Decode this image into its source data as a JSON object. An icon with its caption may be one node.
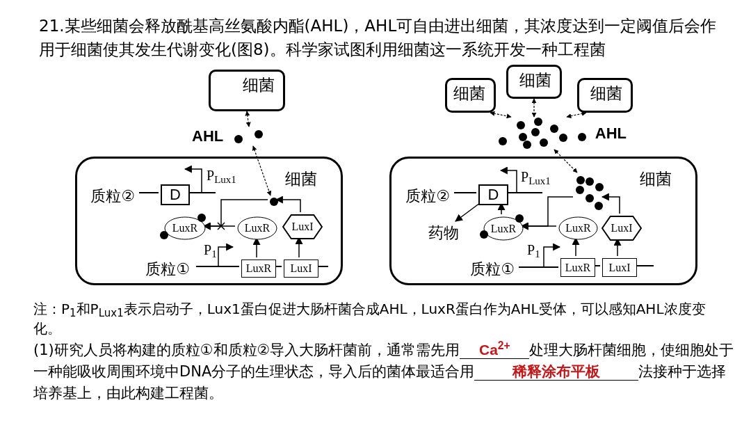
{
  "diagram": {
    "title": "21.某些细菌会释放酰基高丝氨酸内酯(AHL)，AHL可自由进出细菌，其浓度达到一定阈值后会作用于细菌使其发生代谢变化(图8)。科学家试图利用细菌这一系统开发一种工程菌",
    "nodes": [
      {
        "text": [
          "细菌"
        ]
      },
      {
        "text": [
          "AHL"
        ]
      },
      {
        "text": [
          "细菌"
        ]
      },
      {
        "text": [
          "质粒②"
        ],
        "in": 2
      },
      {
        "text": [
          "D"
        ],
        "in": 2
      },
      {
        "text": [],
        "shape": "circle",
        "in": 2
      },
      {
        "text": [
          "LuxR"
        ],
        "in": 2
      },
      {
        "text": [
          "LuxR"
        ],
        "in": 2
      },
      {
        "text": [
          "LuxI"
        ],
        "in": 2
      },
      {
        "text": [
          "质粒①"
        ],
        "in": 2
      },
      {
        "text": [
          "LuxR"
        ],
        "in": 2
      },
      {
        "text": [
          "LuxI"
        ],
        "in": 2
      },
      {
        "text": [
          "细菌"
        ]
      },
      {
        "text": [
          "细菌"
        ]
      },
      {
        "text": [
          "细菌"
        ]
      },
      {
        "text": [
          "AHL"
        ]
      },
      {
        "text": [
          "细菌"
        ]
      },
      {
        "text": [
          "质粒②"
        ],
        "in": 16
      },
      {
        "text": [
          "D"
        ],
        "in": 16
      },
      {
        "text": [
          "药物"
        ],
        "in": 16
      },
      {
        "text": [],
        "shape": "circle",
        "in": 16
      },
      {
        "text": [
          "LuxR"
        ],
        "in": 16
      },
      {
        "text": [
          "LuxR"
        ],
        "in": 16
      },
      {
        "text": [
          "LuxI"
        ],
        "in": 16
      },
      {
        "text": [
          "质粒①"
        ],
        "in": 16
      },
      {
        "text": [
          "LuxR"
        ],
        "in": 16
      },
      {
        "text": [
          "LuxI"
        ],
        "in": 16
      }
    ],
    "edges": [
      {
        "from": 0,
        "to": 1,
        "arrow": "both",
        "style": "dashed"
      },
      {
        "from": 1,
        "to": 5,
        "arrow": "both",
        "style": "dashed"
      },
      {
        "from": 8,
        "to": 5,
        "arrow": "to"
      },
      {
        "from": 5,
        "to": 6,
        "arrow": "to"
      },
      {
        "from": 7,
        "to": 6,
        "arrow": "to"
      },
      {
        "from": 10,
        "to": 7,
        "arrow": "to"
      },
      {
        "from": 11,
        "to": 8,
        "arrow": "to"
      },
      {
        "from": 3,
        "to": 4,
        "arrow": "none"
      },
      {
        "from": 9,
        "to": 10,
        "arrow": "none"
      },
      {
        "from": 10,
        "to": 11,
        "arrow": "none"
      },
      {
        "from": 12,
        "to": 15,
        "arrow": "both",
        "style": "dashed"
      },
      {
        "from": 13,
        "to": 15,
        "arrow": "both",
        "style": "dashed"
      },
      {
        "from": 14,
        "to": 15,
        "arrow": "both",
        "style": "dashed"
      },
      {
        "from": 15,
        "to": 20,
        "arrow": "both",
        "style": "dashed"
      },
      {
        "from": 23,
        "to": 20,
        "arrow": "to"
      },
      {
        "from": 20,
        "to": 21,
        "arrow": "to"
      },
      {
        "from": 22,
        "to": 21,
        "arrow": "to"
      },
      {
        "from": 21,
        "to": 18,
        "arrow": "to"
      },
      {
        "from": 18,
        "to": 19,
        "arrow": "to"
      },
      {
        "from": 25,
        "to": 22,
        "arrow": "to"
      },
      {
        "from": 26,
        "to": 23,
        "arrow": "to"
      },
      {
        "from": 17,
        "to": 18,
        "arrow": "none"
      },
      {
        "from": 24,
        "to": 25,
        "arrow": "none"
      },
      {
        "from": 25,
        "to": 26,
        "arrow": "none"
      }
    ],
    "labels": [
      "P$_{Lux1}$",
      "P$_{1}$",
      "P$_{Lux1}$",
      "P$_{1}$",
      "注：P$_{1}$和P$_{Lux1}$表示启动子，Lux1蛋白促进大肠杆菌合成AHL，LuxR蛋白作为AHL受体，可以感知AHL浓度变化。",
      "(1)研究人员将构建的质粒①和质粒②导入大肠杆菌前，通常需先用",
      "Ca$^{2+}$",
      "处理大肠杆菌细胞，使细胞处于一种能吸收周围环境中DNA分子的生理状态，导入后的菌体最适合用",
      "稀释涂布平板",
      "法接种于选择培养基上，由此构建工程菌。"
    ]
  }
}
